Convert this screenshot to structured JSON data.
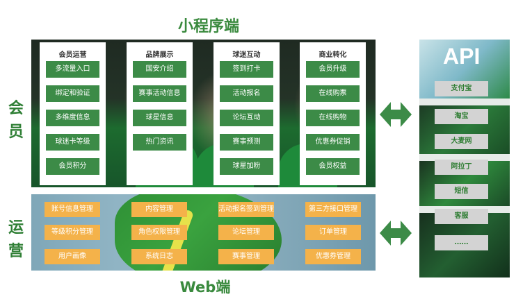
{
  "titles": {
    "top": "小程序端",
    "bottom": "Web端"
  },
  "side_labels": {
    "member": [
      "会",
      "员"
    ],
    "ops": [
      "运",
      "营"
    ]
  },
  "member_columns": [
    {
      "title": "会员运营",
      "items": [
        "多流量入口",
        "绑定和验证",
        "多维度信息",
        "球迷卡等级",
        "会员积分"
      ]
    },
    {
      "title": "品牌展示",
      "items": [
        "国安介绍",
        "赛事活动信息",
        "球星信息",
        "热门资讯"
      ]
    },
    {
      "title": "球迷互动",
      "items": [
        "签到打卡",
        "活动报名",
        "论坛互动",
        "赛事预测",
        "球星加粉"
      ]
    },
    {
      "title": "商业转化",
      "items": [
        "会员升级",
        "在线购票",
        "在线购物",
        "优惠券促销",
        "会员权益"
      ]
    }
  ],
  "ops_columns": [
    [
      "账号信息管理",
      "等级积分管理",
      "用户画像"
    ],
    [
      "内容管理",
      "角色权限管理",
      "系统日志"
    ],
    [
      "活动报名签到管理",
      "论坛管理",
      "赛事管理"
    ],
    [
      "第三方接口管理",
      "订单管理",
      "优惠券管理"
    ]
  ],
  "api": {
    "label": "API",
    "items": [
      "支付宝",
      "淘宝",
      "大麦网",
      "阿拉丁",
      "短信",
      "客服",
      "……"
    ]
  },
  "colors": {
    "green_title": "#3a8a3e",
    "green_button": "#3c8b47",
    "orange_button": "#f4b24a",
    "gray_button": "#d3d3d3"
  }
}
